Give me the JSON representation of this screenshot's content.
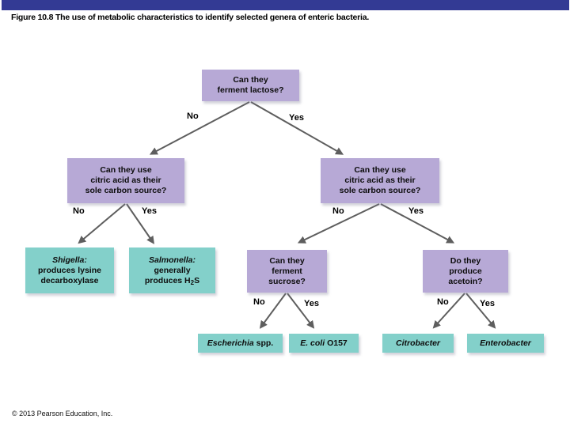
{
  "colors": {
    "top_bar": "#333a94",
    "question_box": "#b7a9d6",
    "result_box": "#83d0ca",
    "line": "#5e5e5e",
    "text": "#111111"
  },
  "header": {
    "title": "Figure 10.8 The use of metabolic characteristics to identify selected genera of enteric bacteria."
  },
  "labels": {
    "no": "No",
    "yes": "Yes"
  },
  "nodes": {
    "lactose": {
      "segments": [
        {
          "t": "Can they"
        },
        {
          "br": true
        },
        {
          "t": "ferment lactose?"
        }
      ]
    },
    "citric_left": {
      "segments": [
        {
          "t": "Can they use"
        },
        {
          "br": true
        },
        {
          "t": "citric acid as their"
        },
        {
          "br": true
        },
        {
          "t": "sole carbon source?"
        }
      ]
    },
    "citric_right": {
      "segments": [
        {
          "t": "Can they use"
        },
        {
          "br": true
        },
        {
          "t": "citric acid as their"
        },
        {
          "br": true
        },
        {
          "t": "sole carbon source?"
        }
      ]
    },
    "shigella": {
      "segments": [
        {
          "t": "Shigella:",
          "i": true
        },
        {
          "br": true
        },
        {
          "t": "produces lysine"
        },
        {
          "br": true
        },
        {
          "t": "decarboxylase"
        }
      ]
    },
    "salmonella": {
      "segments": [
        {
          "t": "Salmonella:",
          "i": true
        },
        {
          "br": true
        },
        {
          "t": "generally"
        },
        {
          "br": true
        },
        {
          "t": "produces H"
        },
        {
          "t": "2",
          "sub": true
        },
        {
          "t": "S"
        }
      ]
    },
    "sucrose": {
      "segments": [
        {
          "t": "Can they"
        },
        {
          "br": true
        },
        {
          "t": "ferment"
        },
        {
          "br": true
        },
        {
          "t": "sucrose?"
        }
      ]
    },
    "acetoin": {
      "segments": [
        {
          "t": "Do they"
        },
        {
          "br": true
        },
        {
          "t": "produce"
        },
        {
          "br": true
        },
        {
          "t": "acetoin?"
        }
      ]
    },
    "escherichia": {
      "segments": [
        {
          "t": "Escherichia",
          "i": true
        },
        {
          "t": " spp."
        }
      ]
    },
    "ecoli": {
      "segments": [
        {
          "t": "E. coli",
          "i": true
        },
        {
          "t": " O157"
        }
      ]
    },
    "citrobacter": {
      "segments": [
        {
          "t": "Citrobacter",
          "i": true
        }
      ]
    },
    "enterobacter": {
      "segments": [
        {
          "t": "Enterobacter",
          "i": true
        }
      ]
    }
  },
  "footer": {
    "copyright": "© 2013 Pearson Education, Inc."
  }
}
